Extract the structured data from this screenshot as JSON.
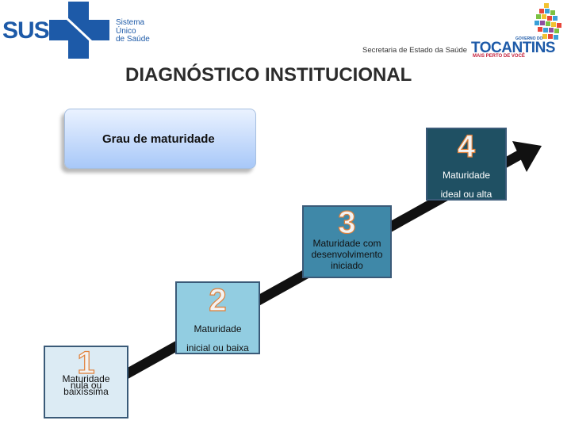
{
  "header": {
    "sus_logo": {
      "name": "SUS",
      "subtitle_lines": [
        "Sistema",
        "Único",
        "de Saúde"
      ],
      "color": "#1d5aa8"
    },
    "secretaria": "Secretaria de Estado da Saúde",
    "tocantins_logo": {
      "governo": "GOVERNO DO",
      "name": "TOCANTINS",
      "slogan": "MAIS PERTO DE VOCÊ"
    }
  },
  "title": "DIAGNÓSTICO INSTITUCIONAL",
  "label_box": "Grau de maturidade",
  "steps": [
    {
      "number": "1",
      "lines": [
        "Maturidade",
        "nula ou",
        "baixíssima"
      ],
      "color": "#dcebf4"
    },
    {
      "number": "2",
      "lines": [
        "Maturidade",
        "inicial ou baixa"
      ],
      "color": "#92cde1"
    },
    {
      "number": "3",
      "lines": [
        "Maturidade com",
        "desenvolvimento",
        "iniciado"
      ],
      "color": "#3f88a8"
    },
    {
      "number": "4",
      "lines": [
        "Maturidade",
        "ideal ou alta"
      ],
      "color": "#1f5063"
    }
  ],
  "arrow_color": "#111111"
}
